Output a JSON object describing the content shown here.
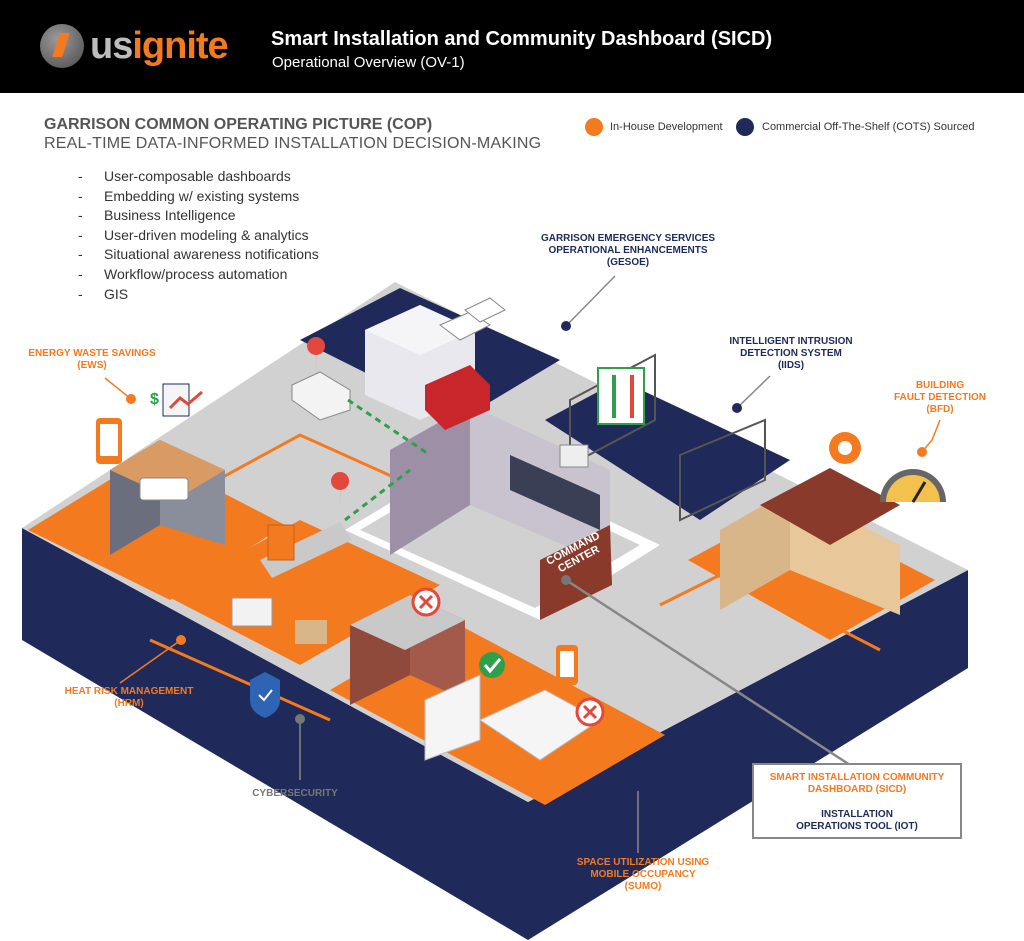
{
  "header": {
    "logo_us": "us",
    "logo_ignite": "ignite",
    "title": "Smart Installation and Community Dashboard (SICD)",
    "subtitle": "Operational Overview (OV-1)"
  },
  "cop": {
    "title": "GARRISON COMMON OPERATING PICTURE (COP)",
    "subtitle": "REAL-TIME DATA-INFORMED INSTALLATION DECISION-MAKING",
    "bullets": [
      {
        "dash": "-",
        "text": "User-composable dashboards"
      },
      {
        "dash": "-",
        "text": "Embedding w/ existing systems"
      },
      {
        "dash": "-",
        "text": "Business Intelligence"
      },
      {
        "dash": "-",
        "text": "User-driven modeling & analytics"
      },
      {
        "dash": "-",
        "text": "Situational awareness notifications"
      },
      {
        "dash": "-",
        "text": "Workflow/process automation"
      },
      {
        "dash": "-",
        "text": "GIS"
      }
    ]
  },
  "legend": {
    "in_house": {
      "label": "In-House Development",
      "color": "#f47a20"
    },
    "cots": {
      "label": "Commercial Off-The-Shelf (COTS) Sourced",
      "color": "#1f2a5a"
    }
  },
  "labels": {
    "gesoe": [
      "GARRISON EMERGENCY SERVICES",
      "OPERATIONAL ENHANCEMENTS",
      "(GESOE)"
    ],
    "iids": [
      "INTELLIGENT INTRUSION",
      "DETECTION SYSTEM",
      "(IIDS)"
    ],
    "ews": [
      "ENERGY WASTE SAVINGS",
      "(EWS)"
    ],
    "bfd": [
      "BUILDING",
      "FAULT DETECTION",
      "(BFD)"
    ],
    "hrm": [
      "HEAT RISK MANAGEMENT",
      "(HRM)"
    ],
    "cyber": "CYBERSECURITY",
    "sumo": [
      "SPACE UTILIZATION USING",
      "MOBILE OCCUPANCY",
      "(SUMO)"
    ],
    "command_center": [
      "COMMAND",
      "CENTER"
    ]
  },
  "sicd_box": {
    "line1": "SMART INSTALLATION COMMUNITY",
    "line2": "DASHBOARD (SICD)",
    "line3": "INSTALLATION",
    "line4": "OPERATIONS TOOL (IOT)"
  },
  "colors": {
    "orange": "#f47a20",
    "navy": "#1f2a5a",
    "ground": "#d1d1d1",
    "header": "#000000"
  }
}
